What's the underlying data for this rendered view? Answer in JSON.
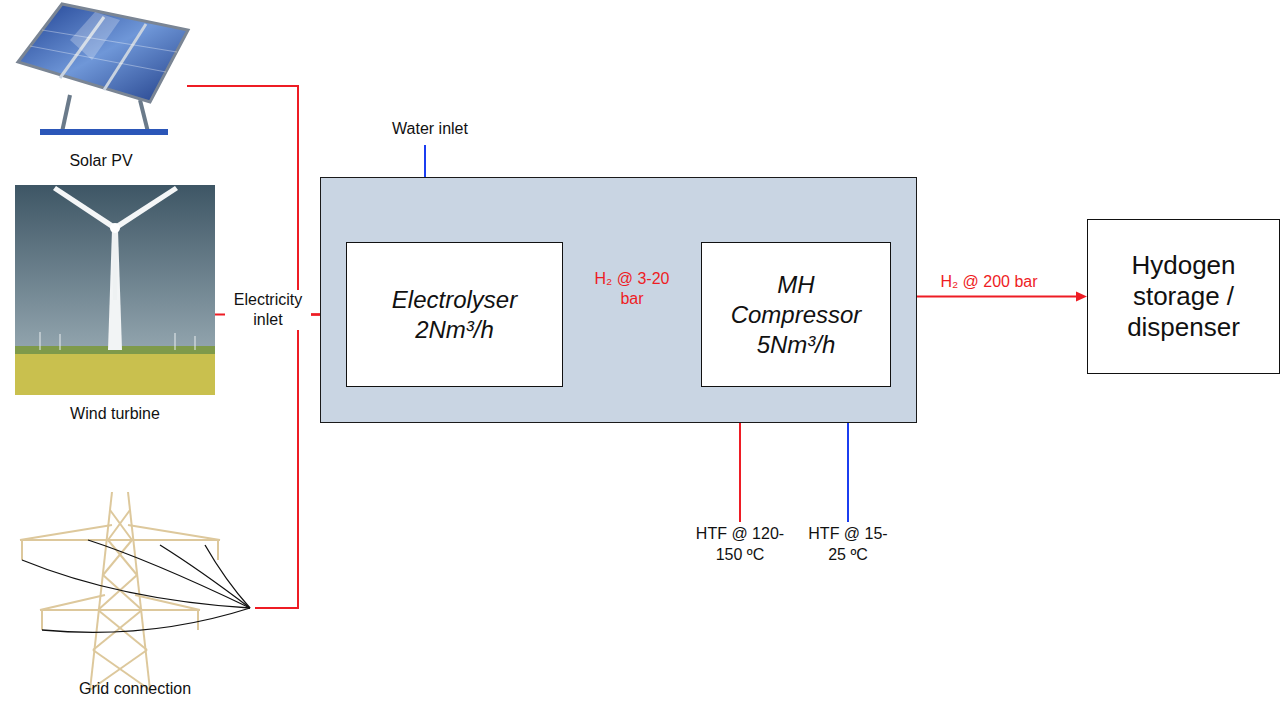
{
  "diagram": {
    "nodes": [
      {
        "text": [
          "Solar PV"
        ]
      },
      {
        "text": [
          "Wind turbine"
        ]
      },
      {
        "text": [
          "Grid connection"
        ]
      },
      {
        "text": []
      },
      {
        "text": [
          "Electrolyser 2Nm³/h"
        ],
        "in": 3
      },
      {
        "text": [
          "MH Compressor 5Nm³/h"
        ],
        "in": 3
      },
      {
        "text": [
          "Hydogen storage / dispenser"
        ]
      }
    ],
    "edges": [
      {
        "from": 0,
        "to": 4,
        "arrow": "to"
      },
      {
        "from": 1,
        "to": 4,
        "arrow": "to",
        "label": "Electricity inlet"
      },
      {
        "from": 2,
        "to": 4,
        "arrow": "to"
      },
      {
        "from": 4,
        "to": 5,
        "arrow": "to",
        "label": "H₂ @ 3-20 bar"
      },
      {
        "from": 5,
        "to": 6,
        "arrow": "to",
        "label": "H₂ @ 200 bar"
      }
    ],
    "labels": [
      "Water inlet",
      "HTF @ 120-150 ºC",
      "HTF @ 15-25 ºC"
    ]
  }
}
